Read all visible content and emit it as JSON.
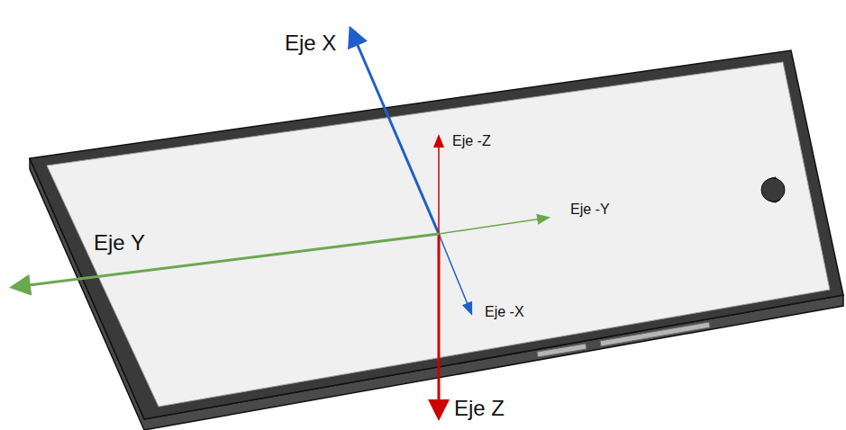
{
  "diagram": {
    "labels": [
      "Eje X",
      "Eje -Z",
      "Eje -Y",
      "Eje Y",
      "Eje -X",
      "Eje Z"
    ]
  }
}
